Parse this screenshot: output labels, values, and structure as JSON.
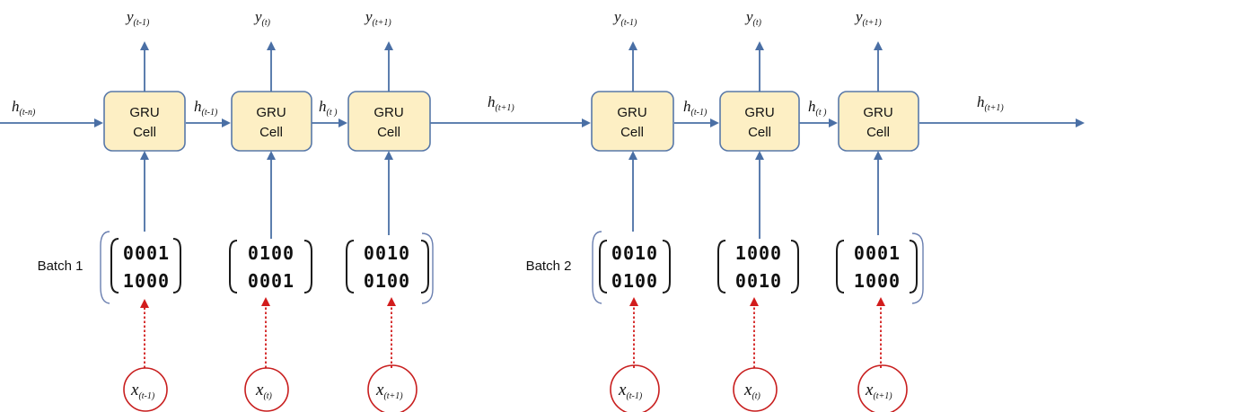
{
  "cell_label": {
    "line1": "GRU",
    "line2": "Cell"
  },
  "batches": [
    {
      "label": "Batch 1",
      "y_labels": [
        {
          "base": "y",
          "sub": "(t-1)"
        },
        {
          "base": "y",
          "sub": "(t)"
        },
        {
          "base": "y",
          "sub": "(t+1)"
        }
      ],
      "h_labels": [
        {
          "base": "h",
          "sub": "(t-n)"
        },
        {
          "base": "h",
          "sub": "(t-1)"
        },
        {
          "base": "h",
          "sub": "(t )"
        },
        {
          "base": "h",
          "sub": "(t+1)"
        }
      ],
      "matrices": [
        [
          "0001",
          "1000"
        ],
        [
          "0100",
          "0001"
        ],
        [
          "0010",
          "0100"
        ]
      ],
      "x_labels": [
        {
          "base": "x",
          "sub": "(t-1)"
        },
        {
          "base": "x",
          "sub": "(t)"
        },
        {
          "base": "x",
          "sub": "(t+1)"
        }
      ]
    },
    {
      "label": "Batch 2",
      "y_labels": [
        {
          "base": "y",
          "sub": "(t-1)"
        },
        {
          "base": "y",
          "sub": "(t)"
        },
        {
          "base": "y",
          "sub": "(t+1)"
        }
      ],
      "h_labels": [
        {
          "base": "h",
          "sub": "(t-1)"
        },
        {
          "base": "h",
          "sub": "(t )"
        },
        {
          "base": "h",
          "sub": "(t+1)"
        }
      ],
      "matrices": [
        [
          "0010",
          "0100"
        ],
        [
          "1000",
          "0010"
        ],
        [
          "0001",
          "1000"
        ]
      ],
      "x_labels": [
        {
          "base": "x",
          "sub": "(t-1)"
        },
        {
          "base": "x",
          "sub": "(t)"
        },
        {
          "base": "x",
          "sub": "(t+1)"
        }
      ]
    }
  ]
}
